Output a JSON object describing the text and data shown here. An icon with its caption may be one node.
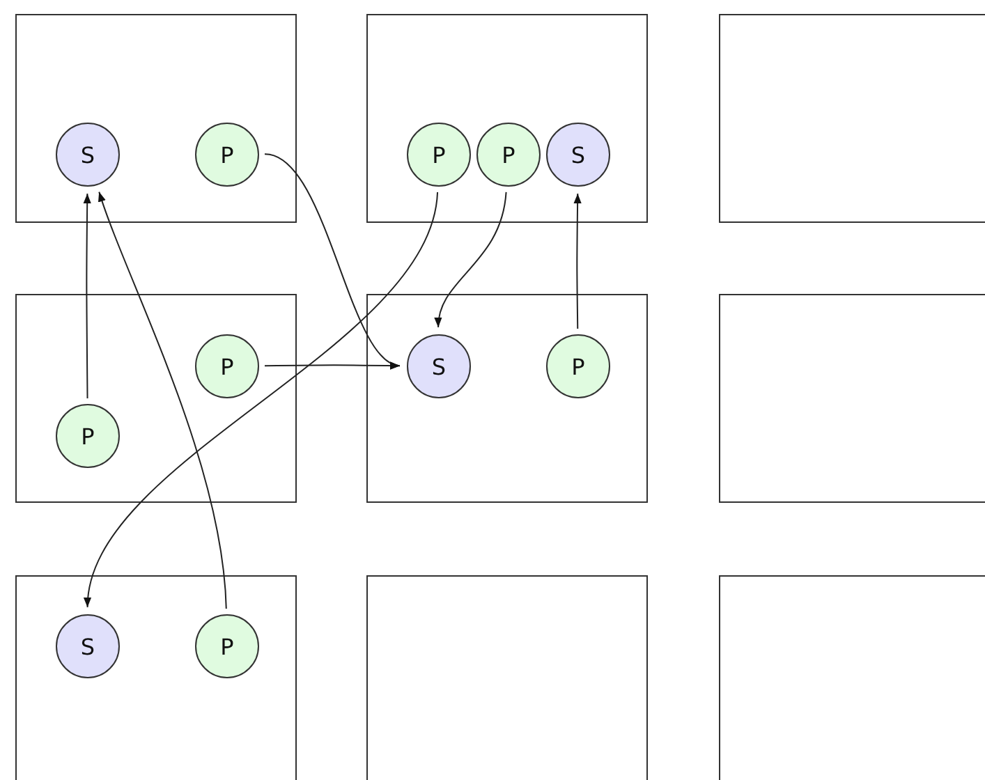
{
  "diagram": {
    "nodes": [
      {
        "text": [],
        "shape": "box"
      },
      {
        "text": [
          "S"
        ],
        "in": 0
      },
      {
        "text": [
          "P"
        ],
        "in": 0
      },
      {
        "text": [],
        "shape": "box"
      },
      {
        "text": [
          "P"
        ],
        "in": 3
      },
      {
        "text": [
          "P"
        ],
        "in": 3
      },
      {
        "text": [
          "S"
        ],
        "in": 3
      },
      {
        "text": [],
        "shape": "box"
      },
      {
        "text": [],
        "shape": "box"
      },
      {
        "text": [
          "P"
        ],
        "in": 8
      },
      {
        "text": [
          "P"
        ],
        "in": 8
      },
      {
        "text": [],
        "shape": "box"
      },
      {
        "text": [
          "S"
        ],
        "in": 11
      },
      {
        "text": [
          "P"
        ],
        "in": 11
      },
      {
        "text": [],
        "shape": "box"
      },
      {
        "text": [],
        "shape": "box"
      },
      {
        "text": [
          "S"
        ],
        "in": 15
      },
      {
        "text": [
          "P"
        ],
        "in": 15
      },
      {
        "text": [],
        "shape": "box"
      },
      {
        "text": [],
        "shape": "box"
      }
    ],
    "edges": [
      {
        "from": 10,
        "to": 1,
        "arrow": "to"
      },
      {
        "from": 17,
        "to": 1,
        "arrow": "to"
      },
      {
        "from": 2,
        "to": 12,
        "arrow": "to"
      },
      {
        "from": 4,
        "to": 16,
        "arrow": "to"
      },
      {
        "from": 5,
        "to": 12,
        "arrow": "to"
      },
      {
        "from": 13,
        "to": 6,
        "arrow": "to"
      },
      {
        "from": 9,
        "to": 12,
        "arrow": "to"
      }
    ]
  }
}
